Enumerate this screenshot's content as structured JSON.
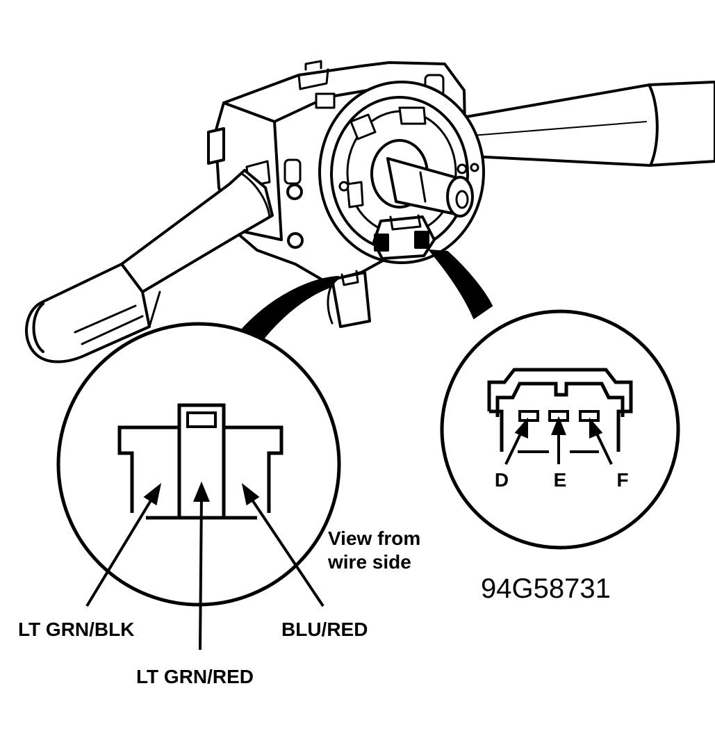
{
  "diagram": {
    "figure_code": "94G58731",
    "view_note": [
      "View from",
      "wire side"
    ],
    "left_connector": {
      "wires": [
        "LT GRN/BLK",
        "LT GRN/RED",
        "BLU/RED"
      ]
    },
    "right_connector": {
      "terminals": [
        "D",
        "E",
        "F"
      ]
    }
  }
}
